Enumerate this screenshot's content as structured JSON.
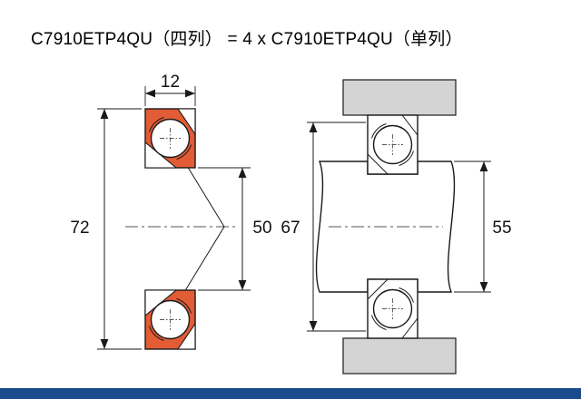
{
  "title": "C7910ETP4QU（四列） = 4 x C7910ETP4QU（单列）",
  "left_view": {
    "name": "single-row bearing cross-section",
    "dims": {
      "width": "12",
      "outer_diameter": "72",
      "bore_diameter": "50"
    }
  },
  "right_view": {
    "name": "bearing mounted on shaft in housing",
    "dims": {
      "housing_shoulder": "67",
      "shaft_shoulder": "55"
    }
  },
  "colors": {
    "cage_orange": "#e25c35",
    "housing_gray": "#d4d4d4",
    "footer_blue": "#1a4b8c",
    "background": "#ffffff"
  }
}
